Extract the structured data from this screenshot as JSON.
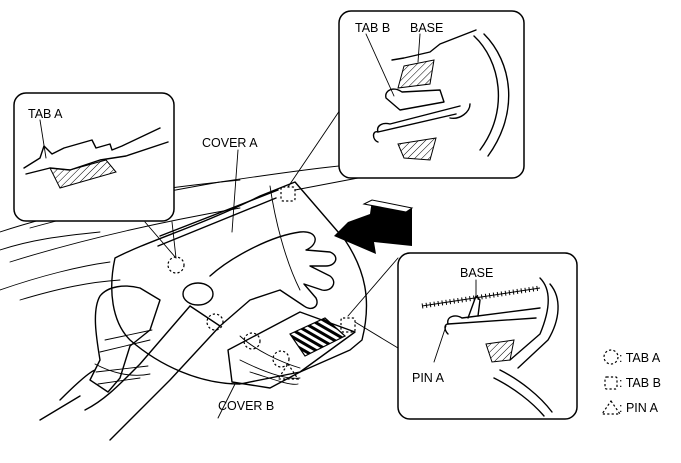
{
  "labels": {
    "tab_a": "TAB A",
    "cover_a": "COVER A",
    "tab_b": "TAB B",
    "base_top": "BASE",
    "base_right": "BASE",
    "pin_a": "PIN A",
    "cover_b": "COVER B"
  },
  "legend": [
    {
      "symbol": "dashed-circle",
      "text": ": TAB A"
    },
    {
      "symbol": "dashed-square",
      "text": ": TAB B"
    },
    {
      "symbol": "dashed-triangle",
      "text": ": PIN A"
    }
  ]
}
